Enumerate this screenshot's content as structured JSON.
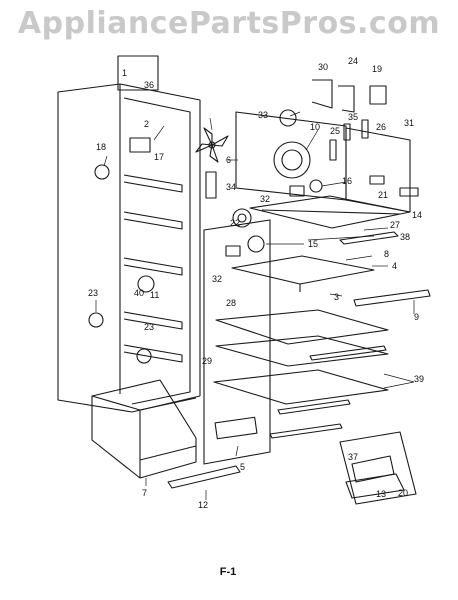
{
  "watermark": "AppliancePartsPros.com",
  "page_label": "F-1",
  "callouts": [
    "2",
    "3",
    "4",
    "5",
    "6",
    "7",
    "8",
    "9",
    "10",
    "11",
    "12",
    "13",
    "14",
    "15",
    "16",
    "17",
    "18",
    "19",
    "20",
    "21",
    "22",
    "23",
    "23",
    "24",
    "25",
    "26",
    "27",
    "28",
    "29",
    "30",
    "31",
    "32",
    "32",
    "33",
    "34",
    "35",
    "36",
    "37",
    "38",
    "39",
    "40",
    "1"
  ],
  "colors": {
    "line": "#1a1a1a",
    "watermark": "#c9c9c9"
  }
}
